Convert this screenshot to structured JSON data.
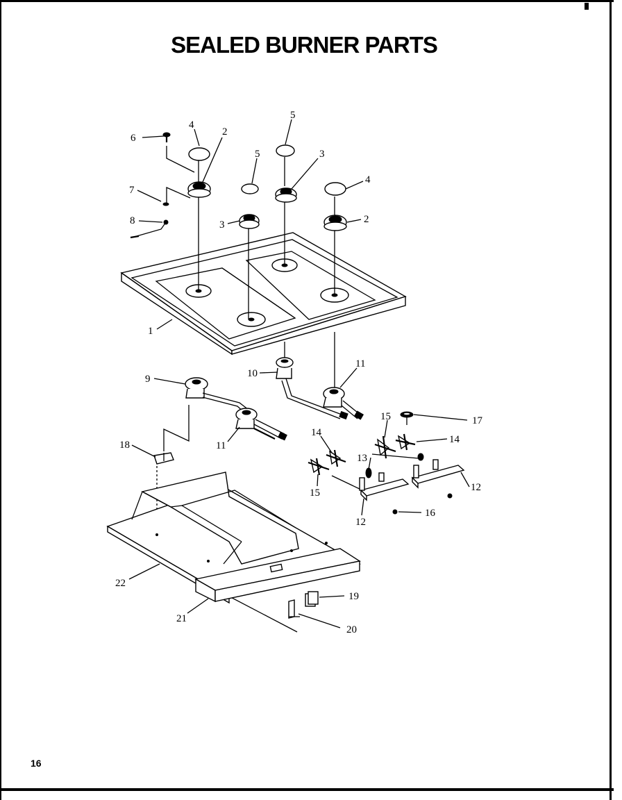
{
  "title": "SEALED BURNER PARTS",
  "page_number": "16",
  "callouts": [
    "1",
    "2",
    "2",
    "3",
    "3",
    "4",
    "4",
    "5",
    "5",
    "6",
    "7",
    "8",
    "9",
    "10",
    "11",
    "11",
    "12",
    "12",
    "13",
    "14",
    "14",
    "15",
    "15",
    "16",
    "17",
    "18",
    "19",
    "20",
    "21",
    "22"
  ]
}
